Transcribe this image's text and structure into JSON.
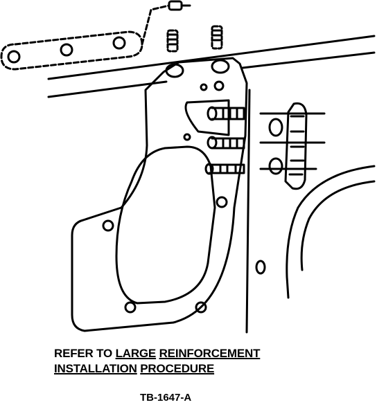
{
  "caption": {
    "line1": [
      {
        "text": "REFER TO ",
        "underline": false
      },
      {
        "text": "LARGE",
        "underline": true
      },
      {
        "text": " ",
        "underline": false
      },
      {
        "text": "REINFORCEMENT",
        "underline": true
      }
    ],
    "line2": [
      {
        "text": "INSTALLATION",
        "underline": true
      },
      {
        "text": " ",
        "underline": false
      },
      {
        "text": "PROCEDURE",
        "underline": true
      }
    ]
  },
  "figure_id": "TB-1647-A"
}
